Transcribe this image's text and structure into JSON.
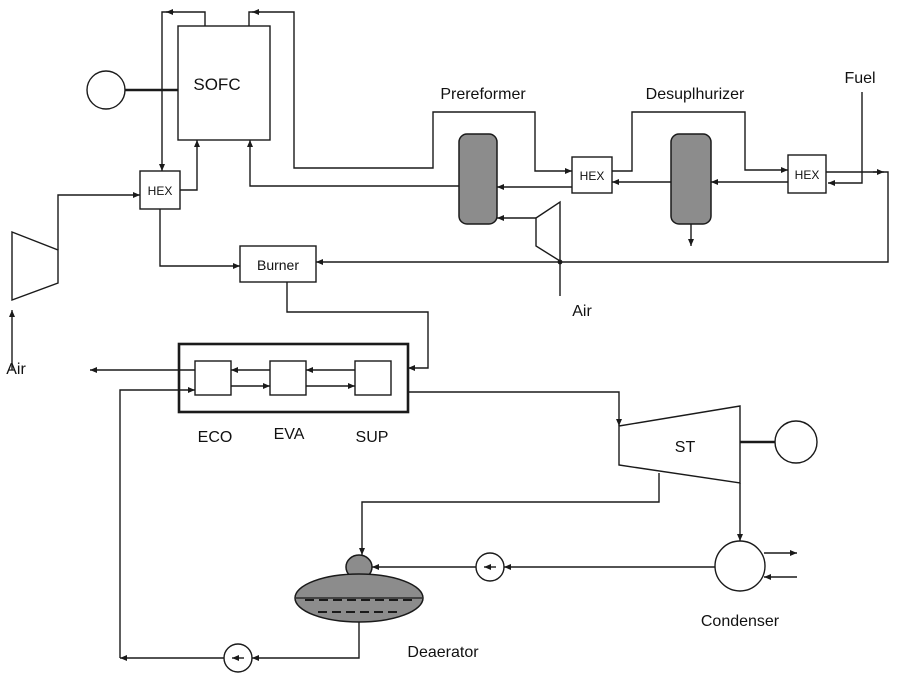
{
  "labels": {
    "sofc": "SOFC",
    "prereformer": "Prereformer",
    "desulphurizer": "Desuplhurizer",
    "fuel": "Fuel",
    "hex_left": "HEX",
    "hex_mid": "HEX",
    "hex_right": "HEX",
    "burner": "Burner",
    "air_left": "Air",
    "air_mid": "Air",
    "eco": "ECO",
    "eva": "EVA",
    "sup": "SUP",
    "st": "ST",
    "condenser": "Condenser",
    "deaerator": "Deaerator"
  },
  "colors": {
    "line": "#1a1a1a",
    "vessel_fill": "#8c8c8c",
    "background": "#ffffff"
  }
}
